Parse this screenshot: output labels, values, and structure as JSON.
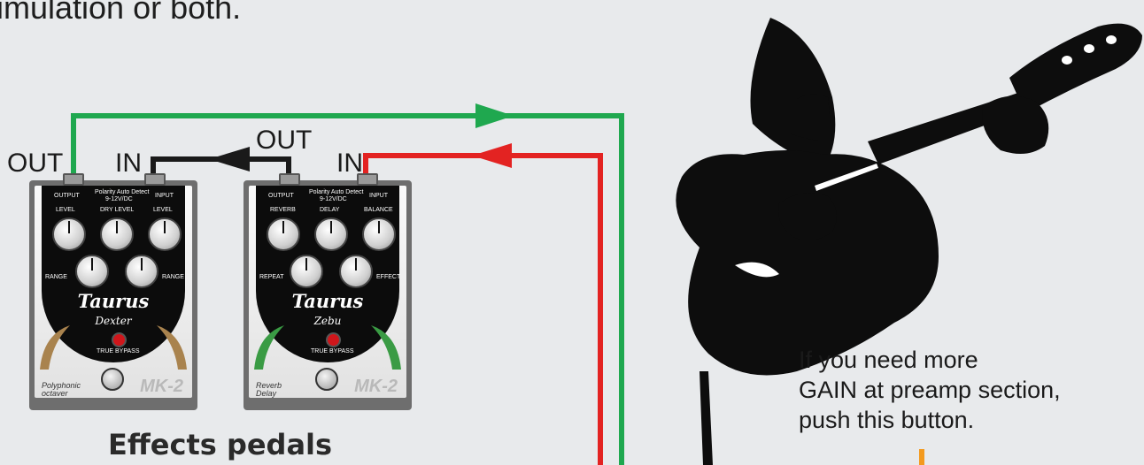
{
  "header": {
    "text": "imulation or both."
  },
  "labels": {
    "pedal1_out": "OUT",
    "pedal1_in": "IN",
    "pedal2_out": "OUT",
    "pedal2_in": "IN"
  },
  "pedals": [
    {
      "brand": "Taurus",
      "model": "Dexter",
      "description": [
        "Polyphonic",
        "octaver"
      ],
      "badge": "MK-2",
      "top_text": [
        "Polarity Auto Detect",
        "9-12V/DC"
      ],
      "knobs": [
        "LEVEL",
        "DRY LEVEL",
        "LEVEL",
        "RANGE",
        "RANGE"
      ],
      "jacks": [
        "OUTPUT",
        "INPUT"
      ],
      "bypass": "TRUE BYPASS",
      "accent": "#a9834e"
    },
    {
      "brand": "Taurus",
      "model": "Zebu",
      "description": [
        "Reverb",
        "Delay"
      ],
      "badge": "MK-2",
      "top_text": [
        "Polarity Auto Detect",
        "9-12V/DC"
      ],
      "knobs": [
        "REVERB",
        "DELAY",
        "BALANCE",
        "REPEAT",
        "EFFECT"
      ],
      "jacks": [
        "OUTPUT",
        "INPUT"
      ],
      "bypass": "TRUE BYPASS",
      "accent": "#3a9b44"
    }
  ],
  "caption": "Effects pedals",
  "note": {
    "lines": [
      "If you need more",
      "GAIN at preamp section,",
      "push this button."
    ]
  },
  "colors": {
    "send_cable": "#1fa84f",
    "return_cable": "#e32322",
    "link_cable": "#1a1a1a",
    "orange_mark": "#f39a1e"
  }
}
